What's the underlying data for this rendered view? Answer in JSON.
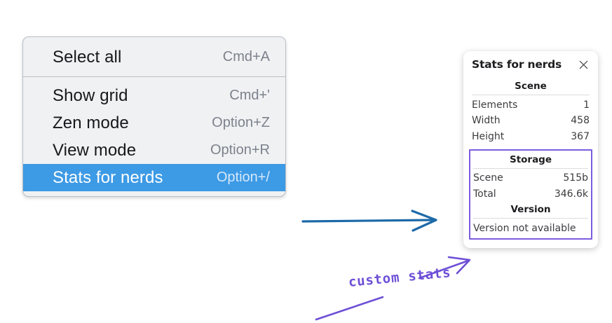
{
  "context_menu": {
    "groups": [
      {
        "items": [
          {
            "label": "Select all",
            "shortcut": "Cmd+A",
            "selected": false
          }
        ]
      },
      {
        "items": [
          {
            "label": "Show grid",
            "shortcut": "Cmd+'",
            "selected": false
          },
          {
            "label": "Zen mode",
            "shortcut": "Option+Z",
            "selected": false
          },
          {
            "label": "View mode",
            "shortcut": "Option+R",
            "selected": false
          },
          {
            "label": "Stats for nerds",
            "shortcut": "Option+/",
            "selected": true
          }
        ]
      }
    ]
  },
  "stats_panel": {
    "title": "Stats for nerds",
    "close_icon": "close-icon",
    "scene": {
      "heading": "Scene",
      "rows": [
        {
          "key": "Elements",
          "value": "1"
        },
        {
          "key": "Width",
          "value": "458"
        },
        {
          "key": "Height",
          "value": "367"
        }
      ]
    },
    "storage": {
      "heading": "Storage",
      "rows": [
        {
          "key": "Scene",
          "value": "515b"
        },
        {
          "key": "Total",
          "value": "346.6k"
        }
      ]
    },
    "version": {
      "heading": "Version",
      "text": "Version not available"
    }
  },
  "annotations": {
    "handwritten_label": "custom stats",
    "arrow_blue_color": "#1c69a8",
    "arrow_purple_color": "#6d4fd6",
    "highlight_box_color": "#7c5cde"
  },
  "theme": {
    "menu_background": "#f0f1f3",
    "menu_border": "#b9bfc7",
    "menu_selected": "#3d9ae5",
    "panel_background": "#ffffff",
    "page_background": "#ffffff"
  }
}
